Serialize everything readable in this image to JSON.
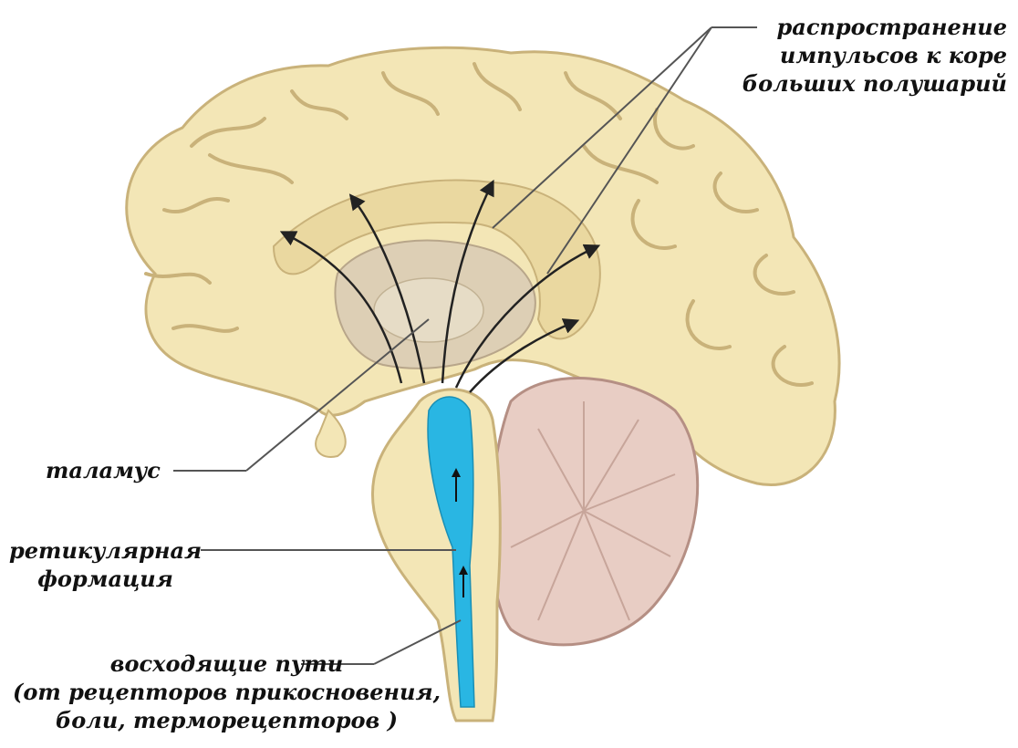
{
  "labels": {
    "cortex_projection": [
      "распространение",
      "импульсов к коре",
      "больших полушарий"
    ],
    "thalamus": "таламус",
    "reticular_formation": [
      "ретикулярная",
      "формация"
    ],
    "ascending_pathways": [
      "восходящие пути",
      "(от рецепторов прикосновения,",
      "боли, терморецепторов )"
    ]
  },
  "colors": {
    "cerebrum": "#f3e6b6",
    "cerebrum_shadow": "#d9c48a",
    "cerebellum": "#e8cdc4",
    "ventricle": "#29b6e3",
    "leader_lines": "#555555",
    "arrows": "#222222"
  }
}
